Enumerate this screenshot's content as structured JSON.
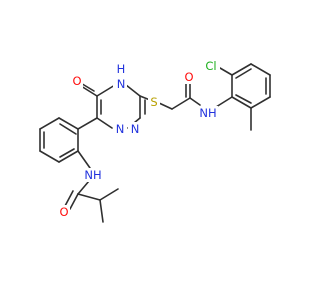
{
  "colors": {
    "oxygen": "#ff0d0d",
    "nitrogen": "#2233dd",
    "sulfur": "#b8a000",
    "chlorine": "#1fb01f",
    "bond": "#303030"
  },
  "atoms": {
    "o_ring": "O",
    "nh_ring": "H",
    "n_ring_h": "N",
    "n_ring_a": "N",
    "n_ring_b": "N",
    "s_link": "S",
    "o_amide1": "O",
    "nh_amide1": "NH",
    "cl": "Cl",
    "nh_amide2": "NH",
    "o_amide2": "O"
  }
}
